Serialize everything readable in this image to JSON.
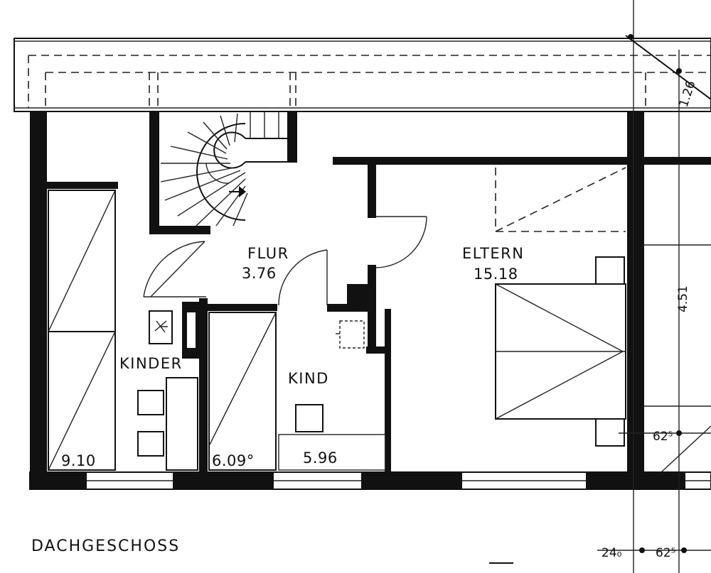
{
  "plan": {
    "title": "DACHGESCHOSS",
    "rooms": [
      {
        "name": "FLUR",
        "area": "3.76"
      },
      {
        "name": "ELTERN",
        "area": "15.18"
      },
      {
        "name": "KINDER",
        "area": "9.10"
      },
      {
        "name": "KIND",
        "area": "5.96"
      }
    ],
    "extra_areas": [
      "6.09°"
    ],
    "dimensions": [
      "1.26",
      "4.51",
      "62⁵",
      "24₀",
      "62⁵"
    ]
  }
}
